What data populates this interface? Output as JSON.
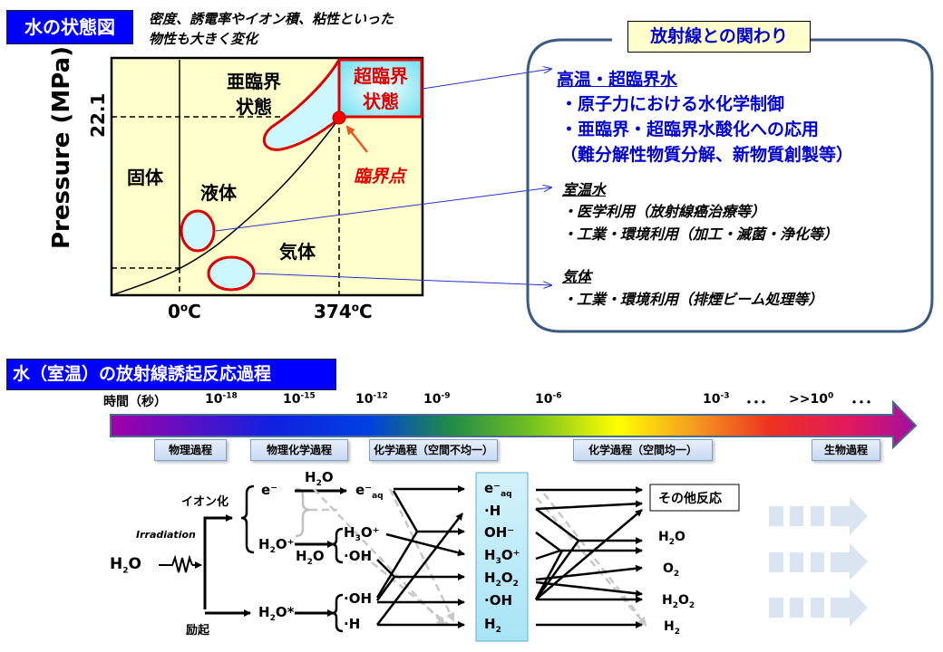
{
  "phase_diagram": {
    "title": "水の状態図",
    "note_line1": "密度、誘電率やイオン積、粘性といった",
    "note_line2": "物性も大きく変化",
    "y_axis_label": "Pressure (MPa)",
    "pressure_tick": "22.1",
    "temp_ticks": [
      "0",
      "374"
    ],
    "temp_unit_sup": "o",
    "temp_unit": "C",
    "regions": {
      "solid": "固体",
      "liquid": "液体",
      "gas": "気体",
      "subcritical_line1": "亜臨界",
      "subcritical_line2": "状態",
      "supercritical_line1": "超臨界",
      "supercritical_line2": "状態"
    },
    "critical_point": "臨界点",
    "colors": {
      "background": "#ffffcc",
      "highlight": "#ccf7ff",
      "outline": "#e00000",
      "connector": "#2233cc"
    }
  },
  "radiation_box": {
    "title": "放射線との関わり",
    "sections": [
      {
        "heading": "高温・超臨界水",
        "items": [
          "・原子力における水化学制御",
          "・亜臨界・超臨界水酸化への応用",
          "（難分解性物質分解、新物質創製等）"
        ]
      },
      {
        "heading": "室温水",
        "items": [
          "・医学利用（放射線癌治療等）",
          "・工業・環境利用（加工・滅菌・浄化等）"
        ]
      },
      {
        "heading": "気体",
        "items": [
          "・工業・環境利用（排煙ビーム処理等）"
        ]
      }
    ]
  },
  "process": {
    "title": "水（室温）の放射線誘起反応過程",
    "time_label": "時間（秒）",
    "time_ticks": [
      {
        "base": "10",
        "exp": "-18"
      },
      {
        "base": "10",
        "exp": "-15"
      },
      {
        "base": "10",
        "exp": "-12"
      },
      {
        "base": "10",
        "exp": "-9"
      },
      {
        "base": "10",
        "exp": "-6"
      },
      {
        "base": "10",
        "exp": "-3"
      },
      {
        "base": ">>10",
        "exp": "0"
      }
    ],
    "ellipsis": "･･･",
    "stages": [
      "物理過程",
      "物理化学過程",
      "化学過程（空間不均一）",
      "化学過程（空間均一）",
      "生物過程"
    ]
  },
  "reaction": {
    "start": "H2O",
    "irradiation": "Irradiation",
    "ionization": "イオン化",
    "excitation": "励起",
    "electron": "e⁻",
    "water_over_arrow": "H2O",
    "hydrated_electron": "e⁻",
    "aq": "aq",
    "h2o_plus": "H2O⁺",
    "water_under_arrow": "H2O",
    "h3o_plus": "H3O⁺",
    "oh_radical": "·OH",
    "h2o_star": "H2O*",
    "oh_radical_2": "·OH",
    "h_radical": "·H",
    "species": [
      "e⁻aq",
      "·H",
      "OH⁻",
      "H3O⁺",
      "H2O2",
      "·OH",
      "H2"
    ],
    "other_reactions": "その他反応",
    "products": [
      "H2O",
      "O2",
      "H2O2",
      "H2"
    ]
  }
}
